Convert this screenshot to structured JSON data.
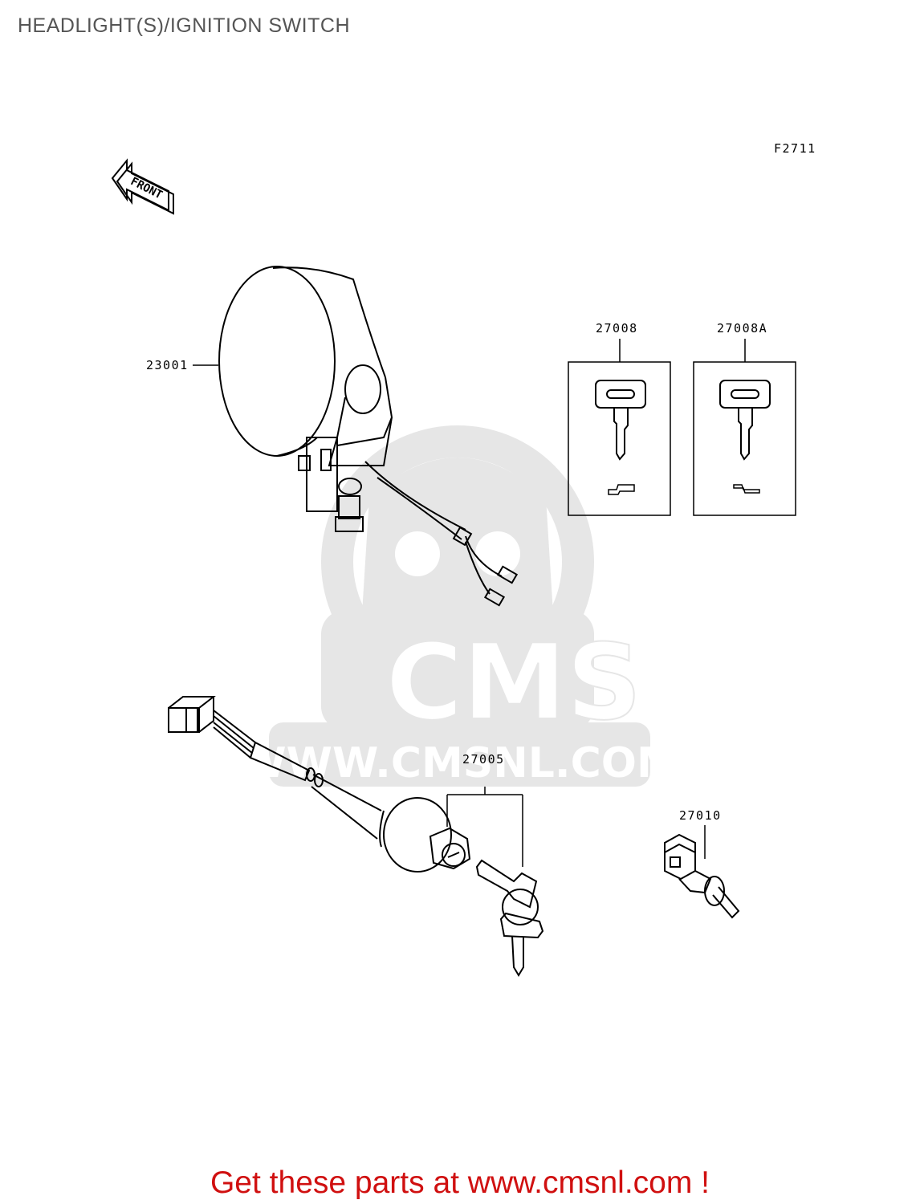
{
  "page_title": "HEADLIGHT(S)/IGNITION SWITCH",
  "figure_code": "F2711",
  "direction_label": "FRONT",
  "parts": {
    "headlight": "23001",
    "key_blank": "27008",
    "key_blank_alt": "27008A",
    "ignition_switch": "27005",
    "stop_switch": "27010"
  },
  "watermark": {
    "brand": "CMS",
    "url": "WWW.CMSNL.COM"
  },
  "footer_link": "Get these parts at www.cmsnl.com !",
  "colors": {
    "line": "#000000",
    "title": "#555555",
    "link": "#d01010",
    "watermark": "#e6e6e6"
  }
}
